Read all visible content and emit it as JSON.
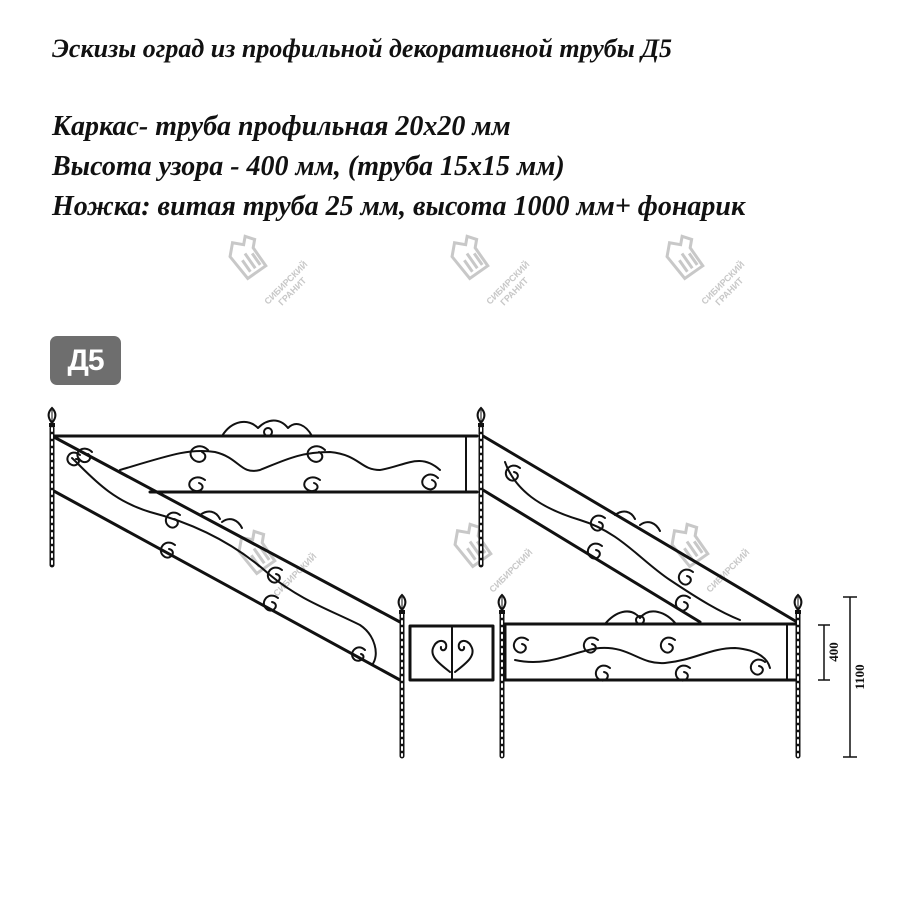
{
  "title": "Эскизы оград из профильной декоративной трубы Д5",
  "specs": [
    "Каркас- труба профильная 20х20 мм",
    "Высота узора - 400 мм, (труба 15х15 мм)",
    "Ножка: витая труба 25 мм, высота 1000 мм+ фонарик"
  ],
  "badge": "Д5",
  "watermark": {
    "line1": "СИБИРСКИЙ",
    "line2": "ГРАНИТ"
  },
  "dimensions": {
    "pattern_height": "400",
    "total_height": "1100"
  },
  "colors": {
    "ink": "#111111",
    "badge": "#6e6e6e",
    "watermark": "#c8c8c8"
  }
}
